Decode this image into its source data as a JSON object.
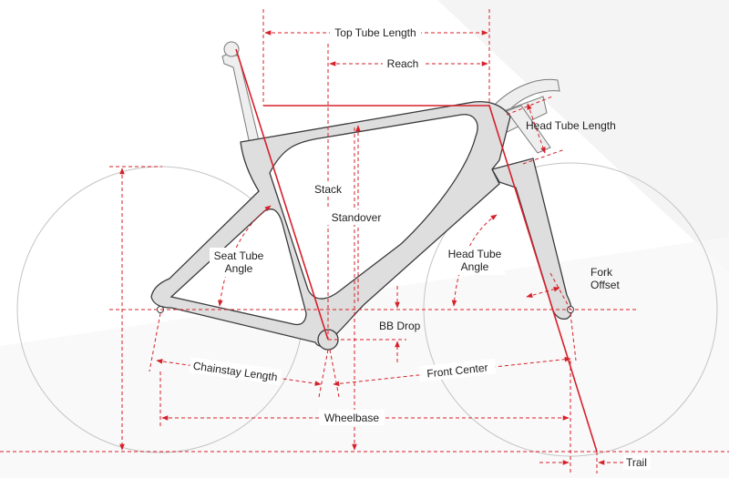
{
  "labels": {
    "top_tube_length": "Top Tube Length",
    "reach": "Reach",
    "head_tube_length": "Head Tube Length",
    "stack": "Stack",
    "standover": "Standover",
    "seat_tube_angle_1": "Seat Tube",
    "seat_tube_angle_2": "Angle",
    "head_tube_angle_1": "Head Tube",
    "head_tube_angle_2": "Angle",
    "fork_offset_1": "Fork",
    "fork_offset_2": "Offset",
    "bb_drop": "BB Drop",
    "chainstay_length": "Chainstay Length",
    "front_center": "Front Center",
    "wheelbase": "Wheelbase",
    "trail": "Trail"
  },
  "colors": {
    "dimension": "#d6202a",
    "frame_fill": "#dedede",
    "frame_stroke": "#3a3a3a",
    "wheel": "#c4c4c4",
    "text": "#222222"
  }
}
